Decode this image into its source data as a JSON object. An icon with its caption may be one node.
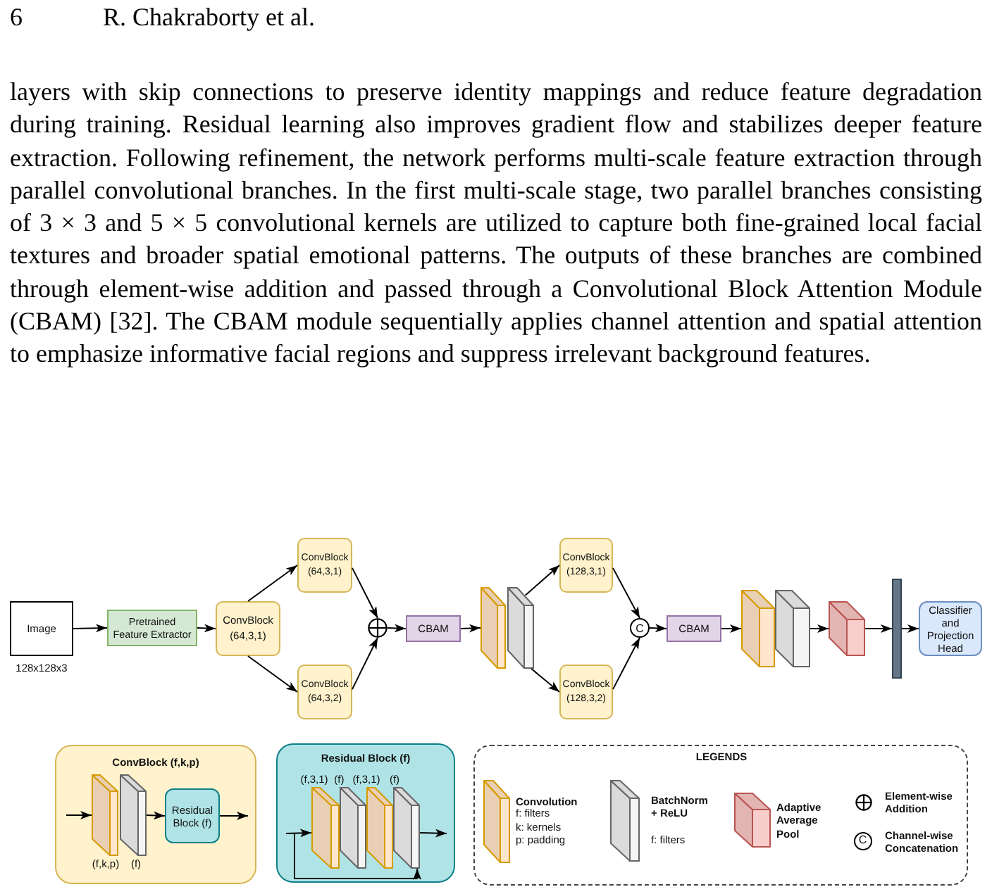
{
  "diagram": {
    "nodes": [
      {
        "text": [
          "Image"
        ],
        "beside": [
          "128x128x3"
        ]
      },
      {
        "text": [
          "Pretrained Feature Extractor"
        ]
      },
      {
        "text": [
          "ConvBlock (64,3,1)"
        ]
      },
      {
        "text": [
          "ConvBlock (64,3,1)"
        ]
      },
      {
        "text": [
          "ConvBlock (64,3,2)"
        ]
      },
      {
        "text": [],
        "shape": "circle"
      },
      {
        "text": [
          "CBAM"
        ]
      },
      {
        "text": [],
        "shape": "box"
      },
      {
        "text": [],
        "shape": "box"
      },
      {
        "text": [
          "ConvBlock (128,3,1)"
        ]
      },
      {
        "text": [
          "ConvBlock (128,3,2)"
        ]
      },
      {
        "text": [
          "C"
        ]
      },
      {
        "text": [
          "CBAM"
        ]
      },
      {
        "text": [],
        "shape": "box"
      },
      {
        "text": [],
        "shape": "box"
      },
      {
        "text": [],
        "shape": "box"
      },
      {
        "text": [],
        "shape": "bar"
      },
      {
        "text": [
          "Classifier and Projection Head"
        ]
      },
      {
        "text": [
          "ConvBlock (f,k,p)"
        ]
      },
      {
        "text": [],
        "shape": "box",
        "in": 18,
        "beside": [
          "(f,k,p)"
        ]
      },
      {
        "text": [],
        "shape": "box",
        "in": 18,
        "beside": [
          "(f)"
        ]
      },
      {
        "text": [
          "Residual Block (f)"
        ],
        "in": 18
      },
      {
        "text": [
          "Residual Block (f)"
        ]
      },
      {
        "text": [],
        "shape": "box",
        "in": 22,
        "beside": [
          "(f,3,1)"
        ]
      },
      {
        "text": [],
        "shape": "box",
        "in": 22,
        "beside": [
          "(f)"
        ]
      },
      {
        "text": [],
        "shape": "box",
        "in": 22,
        "beside": [
          "(f,3,1)"
        ]
      },
      {
        "text": [],
        "shape": "box",
        "in": 22,
        "beside": [
          "(f)"
        ]
      }
    ],
    "edges": [
      {
        "from": 0,
        "to": 1,
        "arrow": "to"
      },
      {
        "from": 1,
        "to": 2,
        "arrow": "to"
      },
      {
        "from": 2,
        "to": 3,
        "arrow": "to"
      },
      {
        "from": 2,
        "to": 4,
        "arrow": "to"
      },
      {
        "from": 3,
        "to": 5,
        "arrow": "to"
      },
      {
        "from": 4,
        "to": 5,
        "arrow": "to"
      },
      {
        "from": 5,
        "to": 6,
        "arrow": "to"
      },
      {
        "from": 6,
        "to": 7,
        "arrow": "to"
      },
      {
        "from": 8,
        "to": 9,
        "arrow": "to"
      },
      {
        "from": 8,
        "to": 10,
        "arrow": "to"
      },
      {
        "from": 9,
        "to": 11,
        "arrow": "to"
      },
      {
        "from": 10,
        "to": 11,
        "arrow": "to"
      },
      {
        "from": 11,
        "to": 12,
        "arrow": "to"
      },
      {
        "from": 12,
        "to": 13,
        "arrow": "to"
      },
      {
        "from": 14,
        "to": 15,
        "arrow": "to"
      },
      {
        "from": 15,
        "to": 16,
        "arrow": "to"
      },
      {
        "from": 16,
        "to": 17,
        "arrow": "to"
      },
      {
        "from": null,
        "to": 19,
        "arrow": "to"
      },
      {
        "from": 20,
        "to": 21,
        "arrow": "to"
      },
      {
        "from": 21,
        "to": null,
        "arrow": "to"
      },
      {
        "from": null,
        "to": 23,
        "arrow": "to"
      },
      {
        "from": 26,
        "to": null,
        "arrow": "to"
      },
      {
        "from": null,
        "to": 26,
        "arrow": "to"
      }
    ],
    "labels": [
      "6",
      "R. Chakraborty et al.",
      "layers with skip connections to preserve identity mappings and reduce feature degradation during training. Residual learning also improves gradient flow and stabilizes deeper feature extraction. Following refinement, the network performs multi-scale feature extraction through parallel convolutional branches. In the first multi-scale stage, two parallel branches consisting of 3 × 3 and 5 × 5 convolutional kernels are utilized to capture both fine-grained local facial textures and broader spatial emotional patterns. The outputs of these branches are combined through element-wise addition and passed through a Convolutional Block Attention Module (CBAM) [32]. The CBAM module sequentially applies channel attention and spatial attention to emphasize informative facial regions and suppress irrelevant background features.",
      "LEGENDS",
      "f: filters",
      "k: kernels",
      "p: padding",
      "f: filters",
      "C"
    ],
    "legend": [
      {
        "text": "Convolution"
      },
      {
        "text": "BatchNorm + ReLU"
      },
      {
        "text": "Adaptive Average Pool"
      },
      {
        "text": "Element-wise Addition"
      },
      {
        "text": "Channel-wise Concatenation"
      }
    ]
  }
}
